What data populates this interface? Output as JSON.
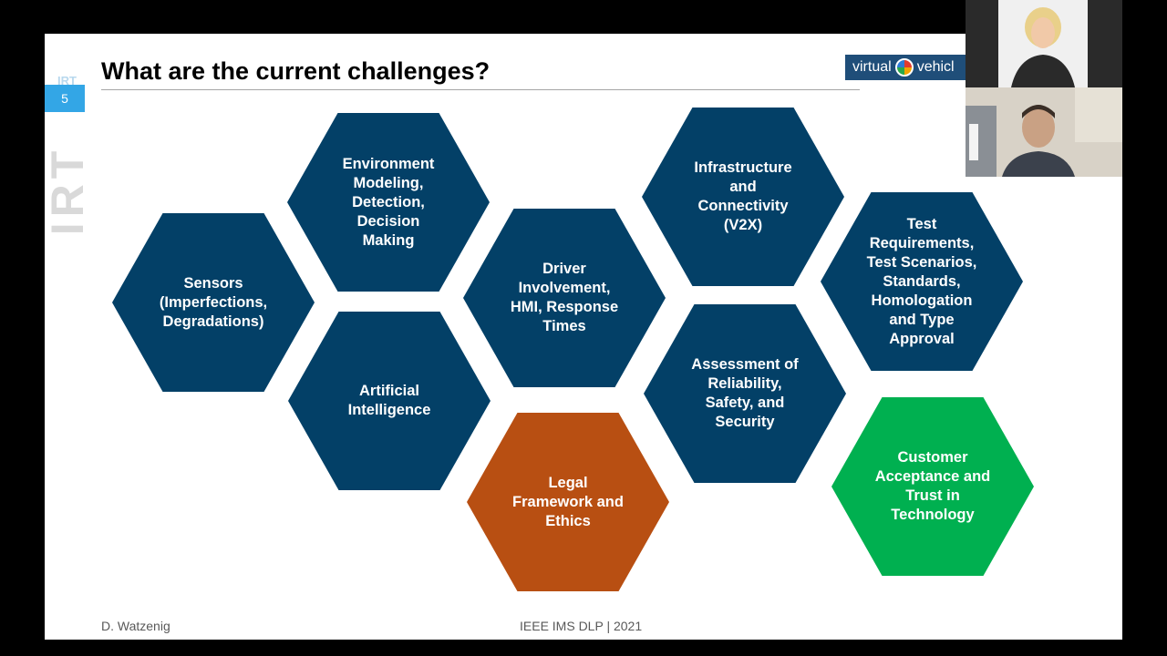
{
  "slide": {
    "title": "What are the current challenges?",
    "slide_number": "5",
    "brand_small": "IRT",
    "brand_vertical": "IRT",
    "logo_text_left": "virtual",
    "logo_text_right": "vehicl",
    "footer_left": "D. Watzenig",
    "footer_center": "IEEE IMS DLP | 2021"
  },
  "colors": {
    "navy": "#034067",
    "orange": "#b84f12",
    "green": "#00b050",
    "accent_blue": "#33a6e6"
  },
  "hexagons": [
    {
      "label": "Sensors\n(Imperfections,\nDegradations)",
      "color": "navy"
    },
    {
      "label": "Environment\nModeling,\nDetection,\nDecision\nMaking",
      "color": "navy"
    },
    {
      "label": "Artificial\nIntelligence",
      "color": "navy"
    },
    {
      "label": "Driver\nInvolvement,\nHMI, Response\nTimes",
      "color": "navy"
    },
    {
      "label": "Legal\nFramework and\nEthics",
      "color": "orange"
    },
    {
      "label": "Infrastructure\nand\nConnectivity\n(V2X)",
      "color": "navy"
    },
    {
      "label": "Assessment of\nReliability,\nSafety, and\nSecurity",
      "color": "navy"
    },
    {
      "label": "Test\nRequirements,\nTest Scenarios,\nStandards,\nHomologation\nand Type\nApproval",
      "color": "navy"
    },
    {
      "label": "Customer\nAcceptance and\nTrust in\nTechnology",
      "color": "green"
    }
  ],
  "webcams": [
    {
      "name": "participant-video-1"
    },
    {
      "name": "participant-video-2"
    }
  ]
}
